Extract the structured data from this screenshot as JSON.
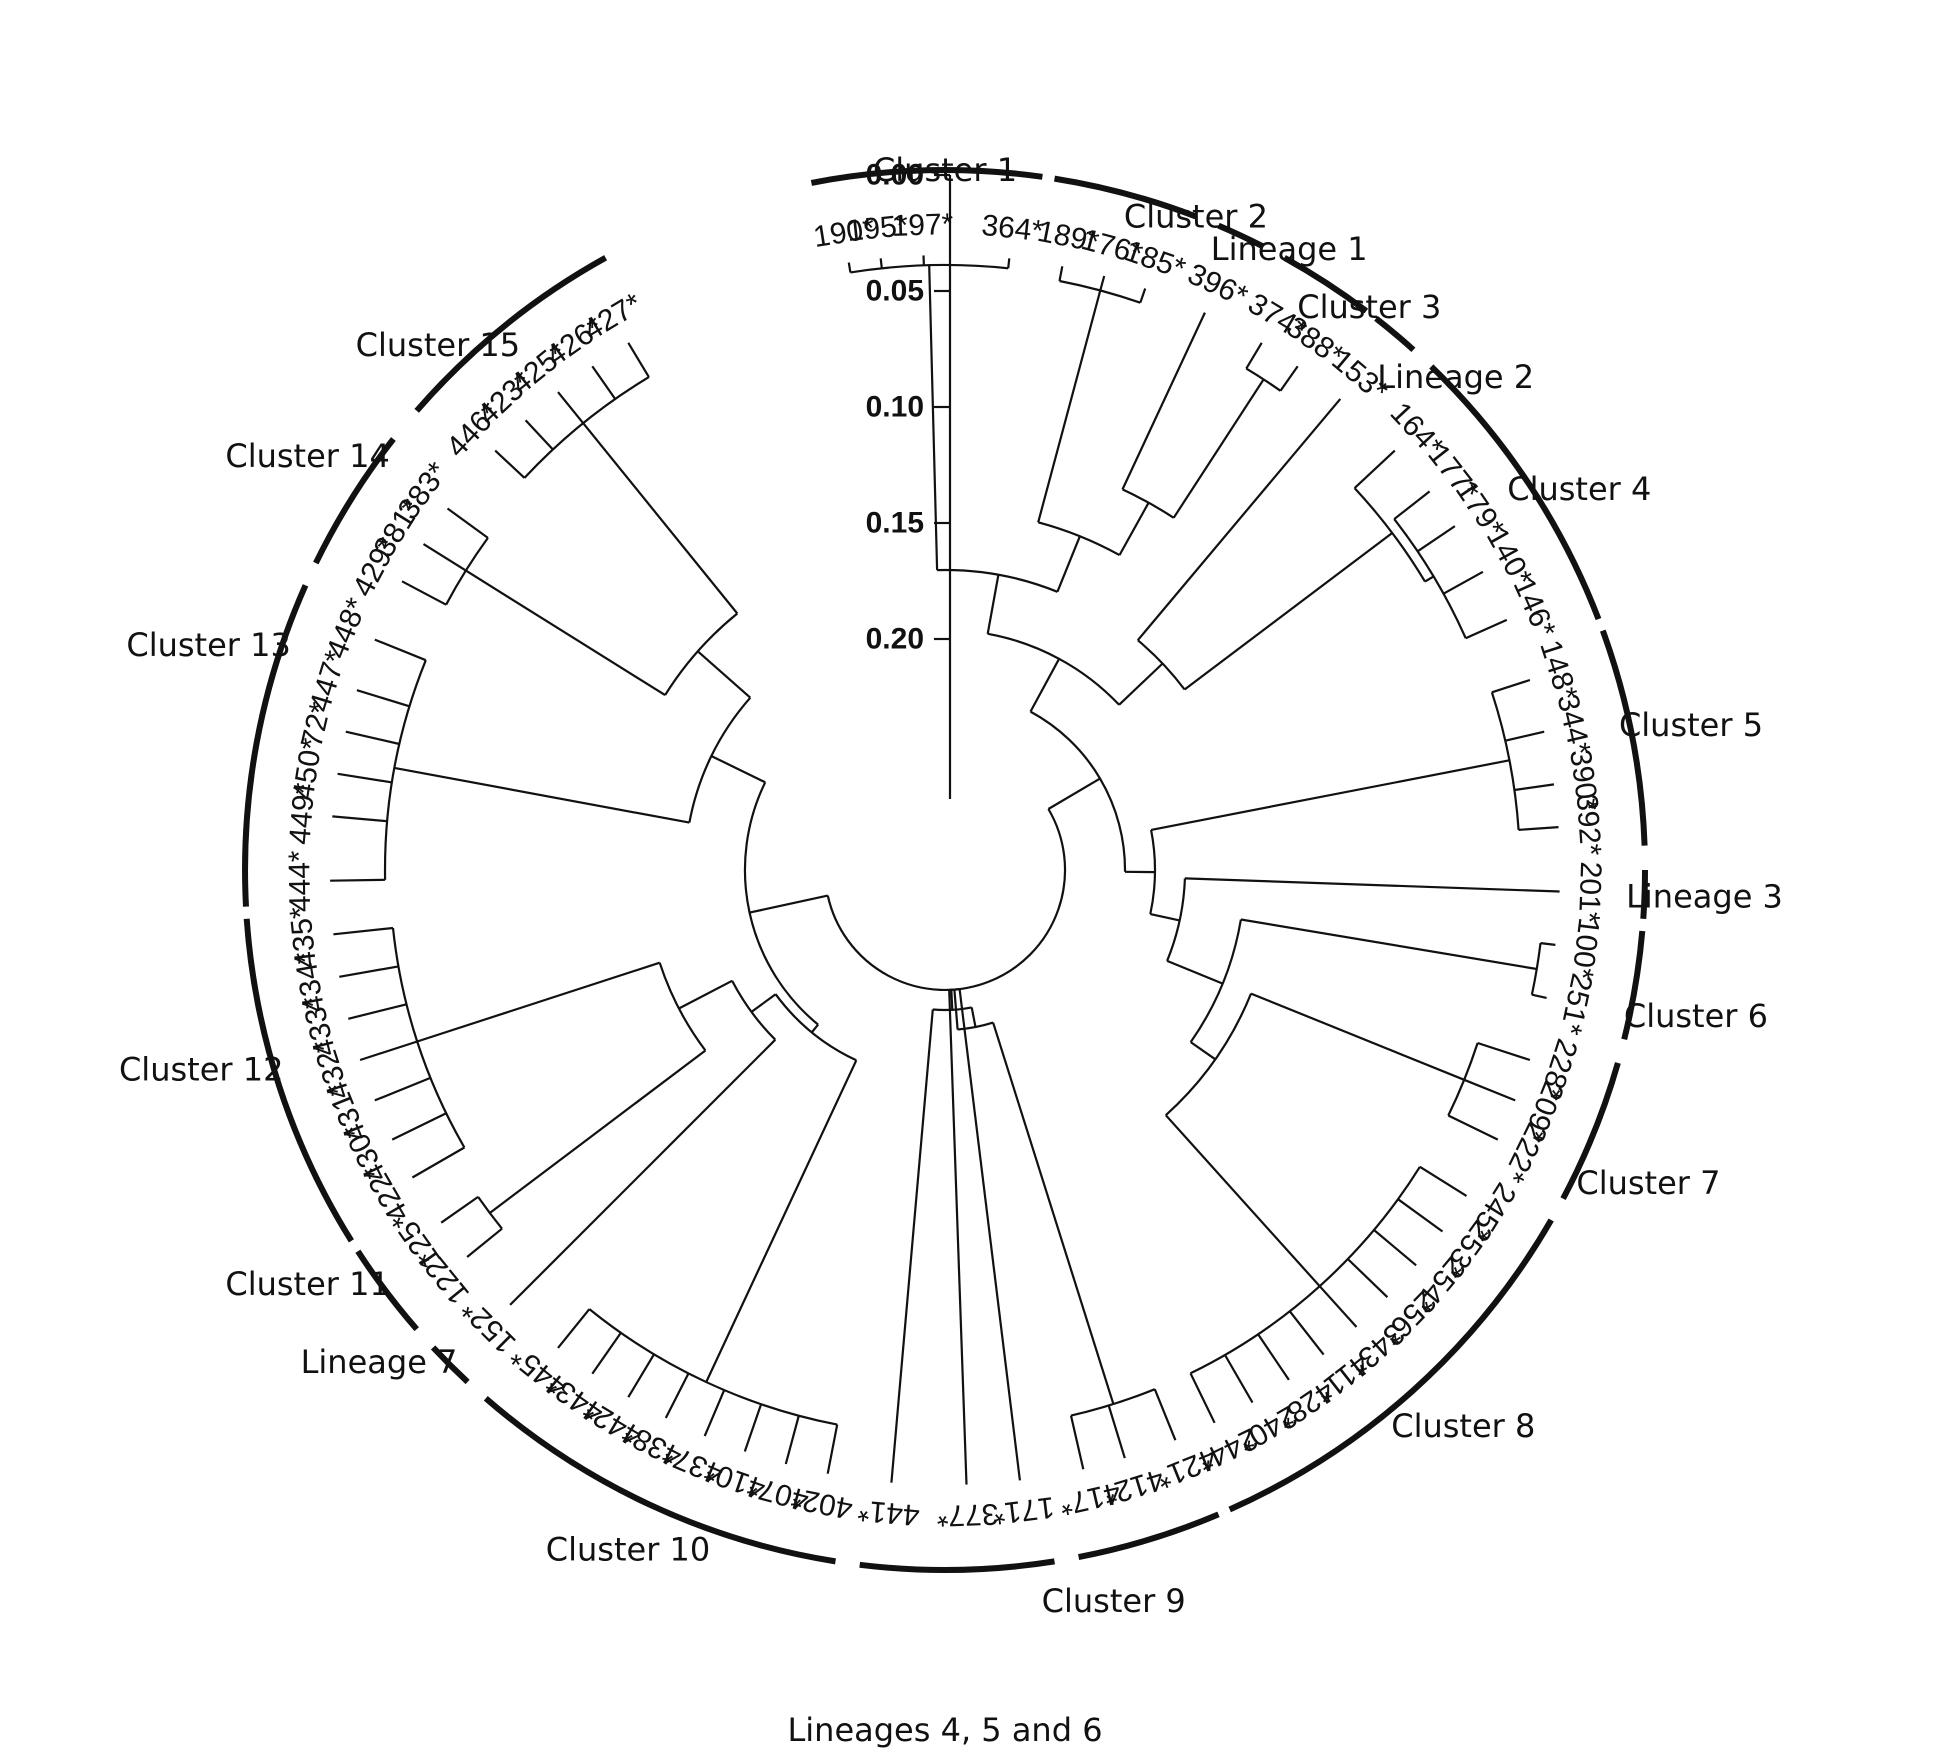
{
  "diagram": {
    "type": "circular-dendrogram",
    "scale": {
      "ticks": [
        "0.00",
        "0.05",
        "0.10",
        "0.15",
        "0.20"
      ],
      "values": [
        0,
        0.05,
        0.1,
        0.15,
        0.2
      ]
    },
    "leaves": [
      {
        "label": "190*",
        "angle": -9
      },
      {
        "label": "195*",
        "angle": -6
      },
      {
        "label": "197*",
        "angle": -2
      },
      {
        "label": "364*",
        "angle": 6
      },
      {
        "label": "189*",
        "angle": 11
      },
      {
        "label": "176*",
        "angle": 15
      },
      {
        "label": "185*",
        "angle": 19
      },
      {
        "label": "396*",
        "angle": 25
      },
      {
        "label": "374*",
        "angle": 31
      },
      {
        "label": "388*",
        "angle": 35
      },
      {
        "label": "153*",
        "angle": 40
      },
      {
        "label": "164*",
        "angle": 47
      },
      {
        "label": "177*",
        "angle": 52
      },
      {
        "label": "179*",
        "angle": 56
      },
      {
        "label": "140*",
        "angle": 61
      },
      {
        "label": "146*",
        "angle": 66
      },
      {
        "label": "148*",
        "angle": 72
      },
      {
        "label": "344*",
        "angle": 77
      },
      {
        "label": "390*",
        "angle": 82
      },
      {
        "label": "392*",
        "angle": 86
      },
      {
        "label": "201*",
        "angle": 92
      },
      {
        "label": "100*",
        "angle": 97
      },
      {
        "label": "251*",
        "angle": 102
      },
      {
        "label": "228*",
        "angle": 108
      },
      {
        "label": "209*",
        "angle": 112
      },
      {
        "label": "222*",
        "angle": 116
      },
      {
        "label": "245*",
        "angle": 122
      },
      {
        "label": "253*",
        "angle": 126
      },
      {
        "label": "254*",
        "angle": 130
      },
      {
        "label": "256*",
        "angle": 134
      },
      {
        "label": "343*",
        "angle": 138
      },
      {
        "label": "411*",
        "angle": 142
      },
      {
        "label": "428*",
        "angle": 146
      },
      {
        "label": "240*",
        "angle": 150
      },
      {
        "label": "244*",
        "angle": 154
      },
      {
        "label": "421*",
        "angle": 158
      },
      {
        "label": "412*",
        "angle": 163
      },
      {
        "label": "417*",
        "angle": 167
      },
      {
        "label": "171*",
        "angle": 173
      },
      {
        "label": "377*",
        "angle": 178
      },
      {
        "label": "441*",
        "angle": 185
      },
      {
        "label": "402*",
        "angle": 191
      },
      {
        "label": "407*",
        "angle": 195
      },
      {
        "label": "410*",
        "angle": 199
      },
      {
        "label": "437*",
        "angle": 203
      },
      {
        "label": "438*",
        "angle": 207
      },
      {
        "label": "442*",
        "angle": 211
      },
      {
        "label": "443*",
        "angle": 215
      },
      {
        "label": "445*",
        "angle": 219
      },
      {
        "label": "152*",
        "angle": 225
      },
      {
        "label": "122*",
        "angle": 231
      },
      {
        "label": "125*",
        "angle": 235
      },
      {
        "label": "422*",
        "angle": 240
      },
      {
        "label": "430*",
        "angle": 244
      },
      {
        "label": "431*",
        "angle": 248
      },
      {
        "label": "432*",
        "angle": 252
      },
      {
        "label": "433*",
        "angle": 256
      },
      {
        "label": "434*",
        "angle": 260
      },
      {
        "label": "435*",
        "angle": 264
      },
      {
        "label": "444*",
        "angle": 269
      },
      {
        "label": "449*",
        "angle": 275
      },
      {
        "label": "450*",
        "angle": 279
      },
      {
        "label": "72*",
        "angle": 283
      },
      {
        "label": "447*",
        "angle": 287
      },
      {
        "label": "448*",
        "angle": 292
      },
      {
        "label": "429*",
        "angle": 298
      },
      {
        "label": "381*",
        "angle": 302
      },
      {
        "label": "383*",
        "angle": 306
      },
      {
        "label": "446*",
        "angle": 313
      },
      {
        "label": "423*",
        "angle": 317
      },
      {
        "label": "425*",
        "angle": 321
      },
      {
        "label": "426*",
        "angle": 325
      },
      {
        "label": "427*",
        "angle": 329
      }
    ],
    "groups": [
      {
        "label": "Cluster 1",
        "start": -11,
        "end": 8,
        "angle": 0,
        "r": 580
      },
      {
        "label": "Cluster 2",
        "start": 9,
        "end": 21,
        "angle": 21,
        "r": 580
      },
      {
        "label": "Lineage 1",
        "start": 23,
        "end": 27,
        "angle": 29,
        "r": 590
      },
      {
        "label": "Cluster 3",
        "start": 29,
        "end": 37,
        "angle": 37,
        "r": 585
      },
      {
        "label": "Lineage 2",
        "start": 38,
        "end": 42,
        "angle": 46,
        "r": 590
      },
      {
        "label": "Cluster 4",
        "start": 44,
        "end": 69,
        "angle": 59,
        "r": 620
      },
      {
        "label": "Cluster 5",
        "start": 70,
        "end": 88,
        "angle": 79,
        "r": 640
      },
      {
        "label": "Lineage 3",
        "start": 90,
        "end": 94,
        "angle": 92,
        "r": 640
      },
      {
        "label": "Cluster 6",
        "start": 95,
        "end": 104,
        "angle": 101,
        "r": 645
      },
      {
        "label": "Cluster 7",
        "start": 106,
        "end": 118,
        "angle": 114,
        "r": 650
      },
      {
        "label": "Cluster 8",
        "start": 120,
        "end": 156,
        "angle": 137,
        "r": 640
      },
      {
        "label": "Cluster 9",
        "start": 157,
        "end": 169,
        "angle": 167,
        "r": 630
      },
      {
        "label": "Lineages 4, 5 and 6",
        "start": 171,
        "end": 187,
        "angle": 180,
        "r": 740
      },
      {
        "label": "Cluster 10",
        "start": 189,
        "end": 221,
        "angle": 205,
        "r": 630
      },
      {
        "label": "Lineage 7",
        "start": 223,
        "end": 227,
        "angle": 229,
        "r": 630
      },
      {
        "label": "Cluster 11",
        "start": 229,
        "end": 237,
        "angle": 237,
        "r": 640
      },
      {
        "label": "Cluster 12",
        "start": 238,
        "end": 266,
        "angle": 255,
        "r": 650
      },
      {
        "label": "Cluster 13",
        "start": 267,
        "end": 294,
        "angle": 287,
        "r": 650
      },
      {
        "label": "Cluster 14",
        "start": 296,
        "end": 308,
        "angle": 303,
        "r": 640
      },
      {
        "label": "Cluster 15",
        "start": 311,
        "end": 331,
        "angle": 316,
        "r": 610
      }
    ]
  }
}
